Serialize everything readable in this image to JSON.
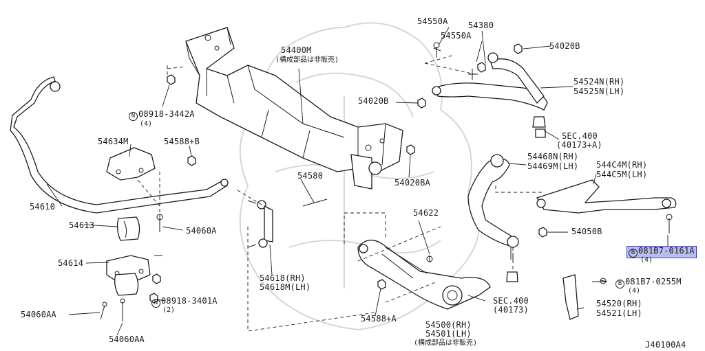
{
  "diagram": {
    "code": "J40100A4",
    "not_sold_note": "(構成部品は非販売)",
    "labels": {
      "l54400M": "54400M",
      "l54550A_1": "54550A",
      "l54550A_2": "54550A",
      "l54380": "54380",
      "l54020B_1": "54020B",
      "l54524N": "54524N(RH)",
      "l54525N": "54525N(LH)",
      "l54020B_2": "54020B",
      "sec400a": "SEC.400",
      "sec400a_sub": "(40173+A)",
      "l08918_3442A": "08918-3442A",
      "l08918_3442A_qty": "(4)",
      "l54634M": "54634M",
      "l54588B": "54588+B",
      "l54580": "54580",
      "l54020BA": "54020BA",
      "l54468N": "54468N(RH)",
      "l54469M": "54469M(LH)",
      "l544C4M": "544C4M(RH)",
      "l544C5M": "544C5M(LH)",
      "l54610": "54610",
      "l54613": "54613",
      "l54060A": "54060A",
      "l54622": "54622",
      "l54050B": "54050B",
      "l081B7_0161A": "081B7-0161A",
      "l081B7_0161A_qty": "(4)",
      "l54614": "54614",
      "l54618RH": "54618(RH)",
      "l54618LH": "54618M(LH)",
      "l08918_3401A": "08918-3401A",
      "l08918_3401A_qty": "(2)",
      "l081B7_0255M": "081B7-0255M",
      "l081B7_0255M_qty": "(4)",
      "sec400b": "SEC.400",
      "sec400b_sub": "(40173)",
      "l54060AA_1": "54060AA",
      "l54060AA_2": "54060AA",
      "l54588A": "54588+A",
      "l54500": "54500(RH)",
      "l54501": "54501(LH)",
      "l54520": "54520(RH)",
      "l54521": "54521(LH)"
    },
    "circle_marks": {
      "n": "N",
      "b": "B"
    },
    "colors": {
      "highlight_fill": "#b9bef0",
      "highlight_border": "#3b3fb0",
      "line": "#1a1a1a",
      "watermark": "#d6d6d6"
    }
  }
}
